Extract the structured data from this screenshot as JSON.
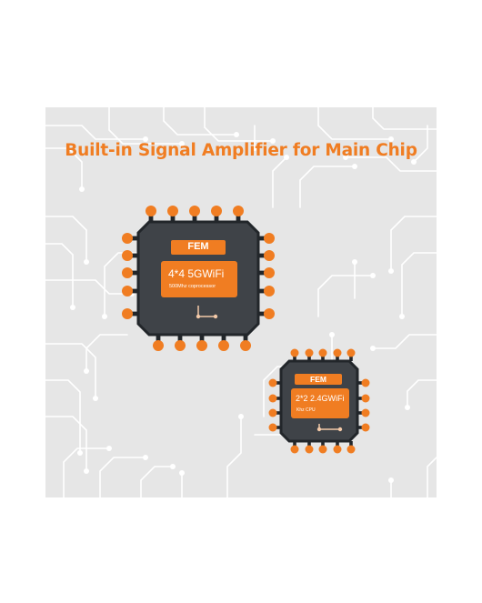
{
  "headline": "Built-in Signal Amplifier for Main Chip",
  "chips": [
    {
      "badge": "FEM",
      "title": "4*4 5GWiFi",
      "subtitle": "500Mhz coprocessor"
    },
    {
      "badge": "FEM",
      "title": "2*2 2.4GWiFi",
      "subtitle": "Khz CPU"
    }
  ],
  "colors": {
    "accent": "#f07d22",
    "chip_body": "#3f4348",
    "chip_outline": "#22262a",
    "background_panel": "#e6e6e6"
  }
}
